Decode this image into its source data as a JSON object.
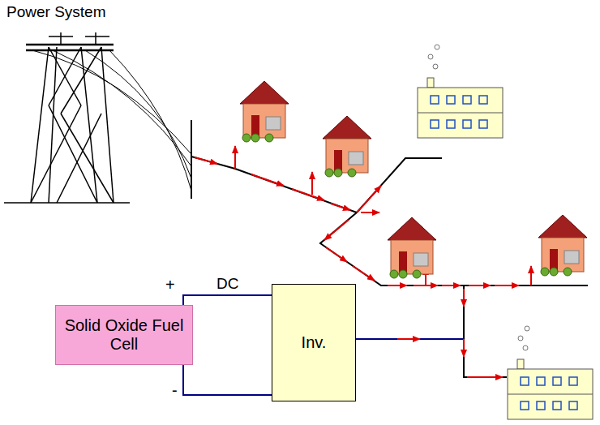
{
  "diagram": {
    "title": "Power System",
    "nodes": [
      {
        "text": [
          "Solid Oxide Fuel Cell"
        ]
      },
      {
        "text": [
          "Inv."
        ]
      }
    ],
    "edges": [
      {
        "from": 0,
        "to": 1,
        "arrow": "none",
        "label": "DC"
      }
    ],
    "labels": [
      "+",
      "-"
    ]
  }
}
